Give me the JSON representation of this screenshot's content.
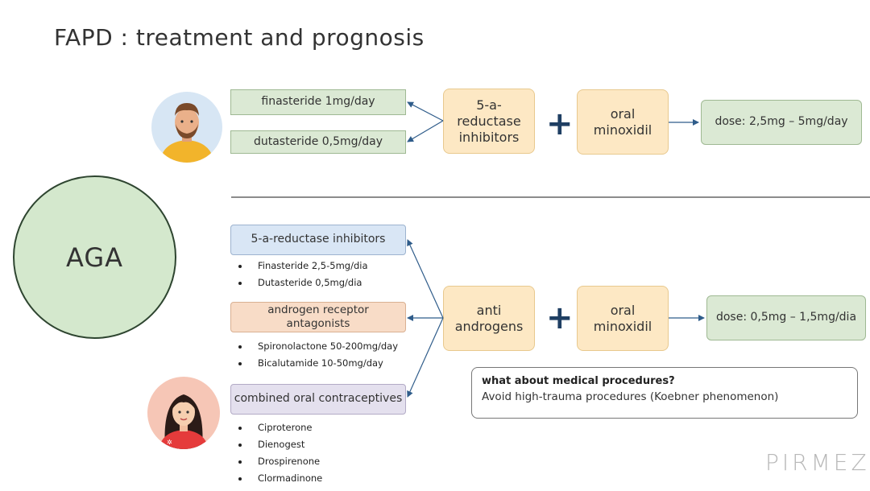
{
  "title": "FAPD : treatment and prognosis",
  "aga_label": "AGA",
  "male": {
    "options": [
      "finasteride 1mg/day",
      "dutasteride 0,5mg/day"
    ],
    "drug_class": "5-a-\nreductase\ninhibitors",
    "plus": "+",
    "addon": "oral\nminoxidil",
    "dose": "dose: 2,5mg – 5mg/day"
  },
  "female": {
    "groups": [
      {
        "label": "5-a-reductase inhibitors",
        "items": [
          "Finasteride 2,5-5mg/dia",
          "Dutasteride 0,5mg/dia"
        ]
      },
      {
        "label": "androgen receptor\nantagonists",
        "items": [
          "Spironolactone 50-200mg/day",
          "Bicalutamide 10-50mg/day"
        ]
      },
      {
        "label": "combined oral contraceptives",
        "items": [
          "Ciproterone",
          "Dienogest",
          "Drospirenone",
          "Clormadinone"
        ]
      }
    ],
    "drug_class": "anti\nandrogens",
    "plus": "+",
    "addon": "oral\nminoxidil",
    "dose": "dose: 0,5mg – 1,5mg/dia"
  },
  "callout": {
    "heading": "what about medical procedures?",
    "text": "Avoid high-trauma procedures (Koebner phenomenon)"
  },
  "logo": "PIRMEZ",
  "colors": {
    "green_box": "#dbe9d4",
    "blue_box": "#d9e6f5",
    "peach_box": "#f8dcc7",
    "lilac_box": "#e4e0ee",
    "yellow_box": "#fde8c4",
    "aga_circle": "#d4e8cd",
    "arrow": "#2f5c8a"
  }
}
